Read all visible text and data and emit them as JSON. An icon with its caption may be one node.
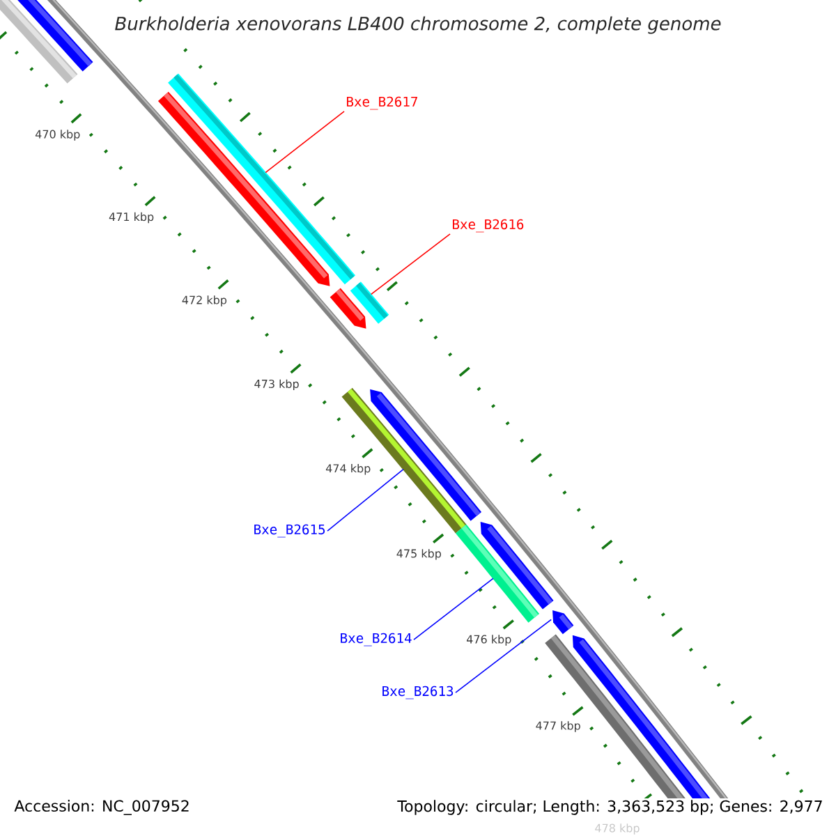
{
  "diagram": {
    "title": "Burkholderia xenovorans LB400 chromosome 2, complete genome",
    "nodes": [
      {
        "text": [
          "Bxe_B2617"
        ]
      },
      {
        "text": [
          "Bxe_B2616"
        ]
      },
      {
        "text": [
          "Bxe_B2615"
        ]
      },
      {
        "text": [
          "Bxe_B2614"
        ]
      },
      {
        "text": [
          "Bxe_B2613"
        ]
      },
      {
        "text": [],
        "shape": "bar"
      },
      {
        "text": [],
        "shape": "bar"
      },
      {
        "text": [],
        "shape": "bar"
      },
      {
        "text": [],
        "shape": "bar"
      },
      {
        "text": [],
        "shape": "bar"
      }
    ],
    "edges": [
      {
        "from": 0,
        "to": 5,
        "arrow": "none",
        "color": "#ff0000"
      },
      {
        "from": 1,
        "to": 6,
        "arrow": "none",
        "color": "#ff0000"
      },
      {
        "from": 2,
        "to": 7,
        "arrow": "none"
      },
      {
        "from": 3,
        "to": 8,
        "arrow": "none"
      },
      {
        "from": 4,
        "to": 9,
        "arrow": "none"
      }
    ],
    "labels": [
      "470 kbp",
      "471 kbp",
      "472 kbp",
      "473 kbp",
      "474 kbp",
      "475 kbp",
      "476 kbp",
      "477 kbp",
      "478 kbp",
      "Accession: NC_007952",
      "Topology: circular; Length: 3,363,523 bp; Genes: 2,977"
    ]
  }
}
